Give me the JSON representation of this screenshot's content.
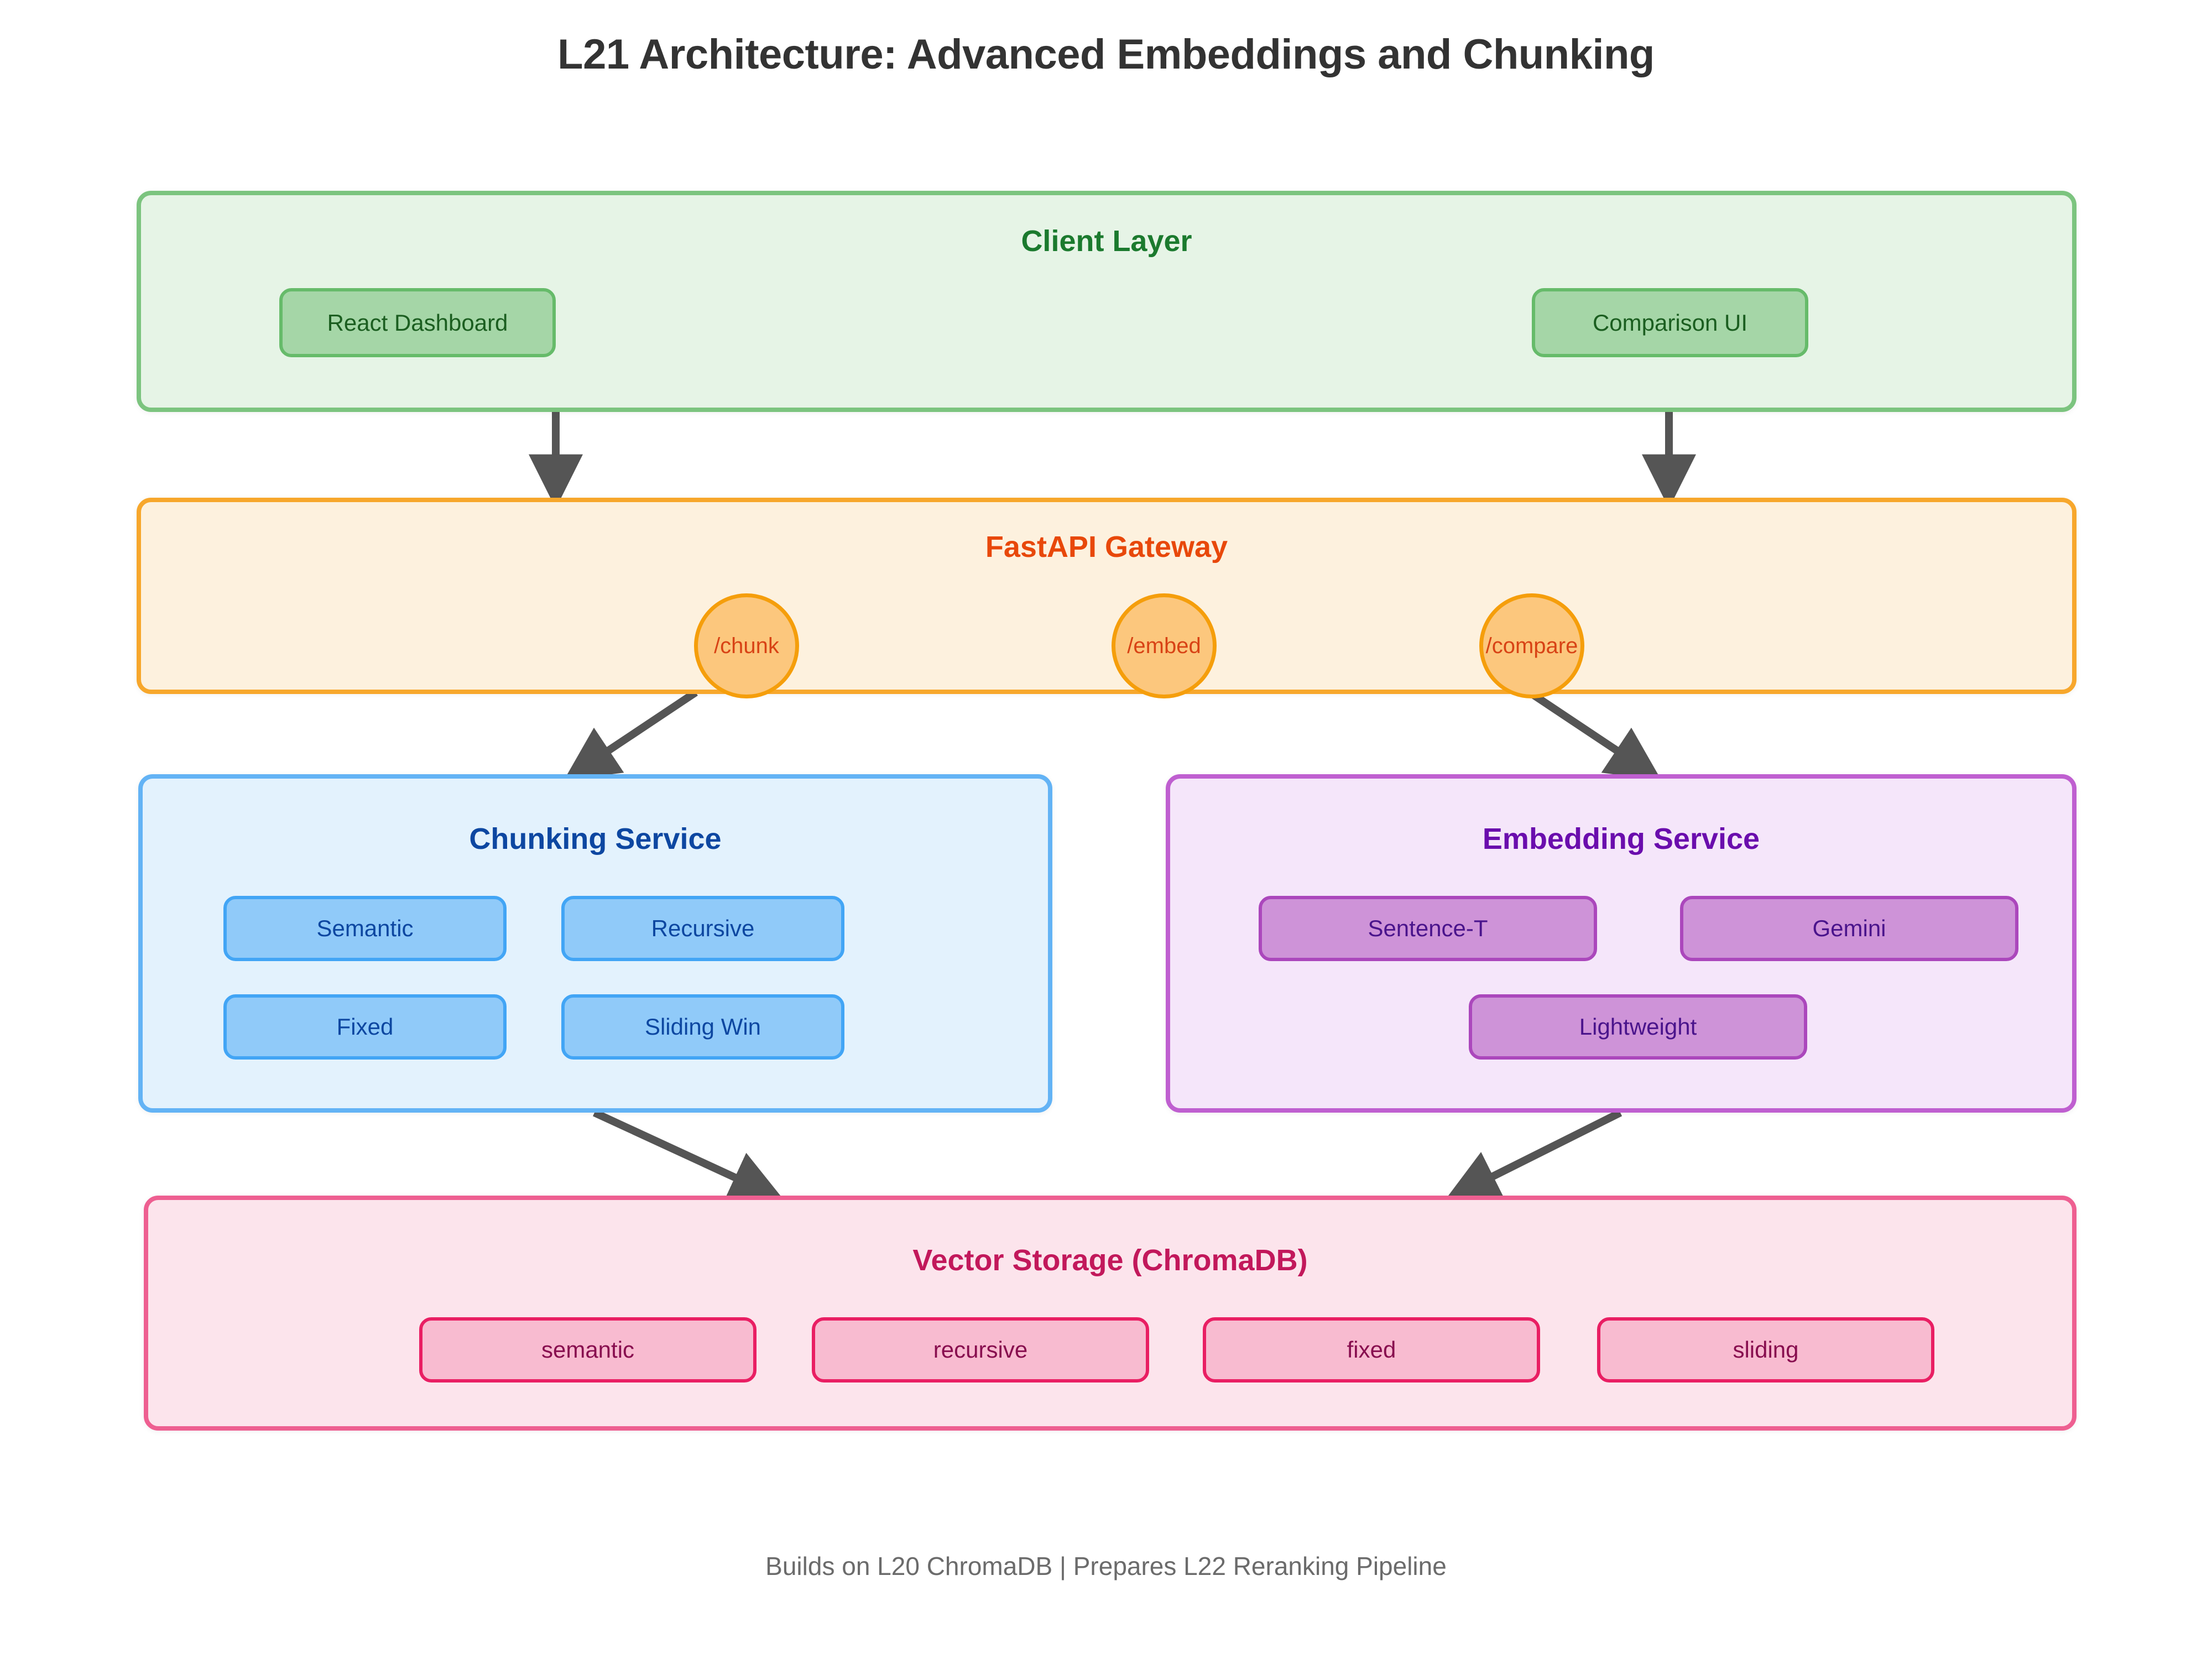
{
  "title": "L21 Architecture: Advanced Embeddings and Chunking",
  "footer": "Builds on L20 ChromaDB | Prepares L22 Reranking Pipeline",
  "colors": {
    "title_text": "#333333",
    "footer_text": "#6b6b6b",
    "background": "#ffffff",
    "edge": "#555555",
    "client_border": "#7cc47f",
    "client_fill": "#e6f4e6",
    "client_title": "#1b7a2e",
    "client_node_fill": "#a5d6a7",
    "client_node_border": "#66bb6a",
    "gateway_border": "#f7a72c",
    "gateway_fill": "#fdf1de",
    "gateway_title": "#e8480a",
    "endpoint_fill": "#fcc77d",
    "endpoint_border": "#f59e0b",
    "endpoint_text": "#d84315",
    "chunking_border": "#63b3f5",
    "chunking_fill": "#e3f2fd",
    "chunking_title": "#0d47a1",
    "chunking_node_fill": "#90caf9",
    "chunking_node_border": "#42a5f5",
    "embedding_border": "#bf5fd0",
    "embedding_fill": "#f5e6fa",
    "embedding_title": "#6a0dad",
    "embedding_node_fill": "#ce93d8",
    "embedding_node_border": "#ab47bc",
    "storage_border": "#ee5f91",
    "storage_fill": "#fce4ec",
    "storage_title": "#c2185b",
    "storage_node_fill": "#f8bbd0",
    "storage_node_border": "#e91e63"
  },
  "client_layer": {
    "title": "Client Layer",
    "nodes": [
      {
        "label": "React Dashboard"
      },
      {
        "label": "Comparison UI"
      }
    ]
  },
  "gateway": {
    "title": "FastAPI Gateway",
    "endpoints": [
      {
        "label": "/chunk"
      },
      {
        "label": "/embed"
      },
      {
        "label": "/compare"
      }
    ]
  },
  "chunking_service": {
    "title": "Chunking Service",
    "nodes": [
      {
        "label": "Semantic"
      },
      {
        "label": "Recursive"
      },
      {
        "label": "Fixed"
      },
      {
        "label": "Sliding Win"
      }
    ]
  },
  "embedding_service": {
    "title": "Embedding Service",
    "nodes": [
      {
        "label": "Sentence-T"
      },
      {
        "label": "Gemini"
      },
      {
        "label": "Lightweight"
      }
    ]
  },
  "vector_storage": {
    "title": "Vector Storage (ChromaDB)",
    "nodes": [
      {
        "label": "semantic"
      },
      {
        "label": "recursive"
      },
      {
        "label": "fixed"
      },
      {
        "label": "sliding"
      }
    ]
  },
  "edges": [
    {
      "from": "react-dashboard",
      "to": "fastapi-gateway"
    },
    {
      "from": "comparison-ui",
      "to": "fastapi-gateway"
    },
    {
      "from": "chunk-endpoint",
      "to": "chunking-service"
    },
    {
      "from": "compare-endpoint",
      "to": "embedding-service"
    },
    {
      "from": "chunking-service",
      "to": "vector-storage"
    },
    {
      "from": "embedding-service",
      "to": "vector-storage"
    }
  ]
}
